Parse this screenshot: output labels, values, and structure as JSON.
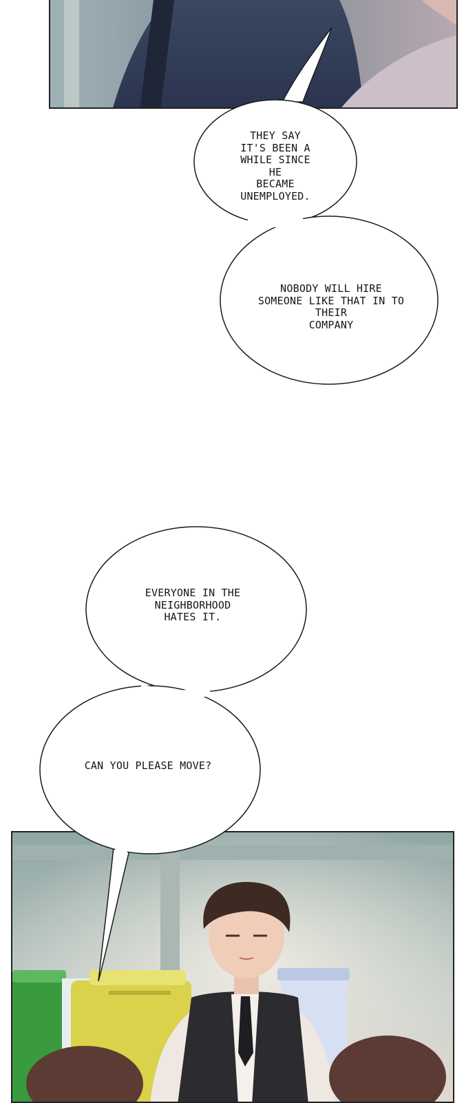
{
  "bubbles": [
    {
      "id": "bubble-1",
      "text": "THEY SAY\nIT'S BEEN A\nWHILE SINCE\nHE\nBECAME\nUNEMPLOYED."
    },
    {
      "id": "bubble-2",
      "text": "NOBODY WILL HIRE\nSOMEONE LIKE THAT IN TO\nTHEIR\nCOMPANY"
    },
    {
      "id": "bubble-3",
      "text": "EVERYONE IN THE\nNEIGHBORHOOD\nHATES IT."
    },
    {
      "id": "bubble-4",
      "text": "CAN YOU PLEASE MOVE?"
    }
  ],
  "colors": {
    "panel_border": "#222222",
    "bubble_fill": "#ffffff",
    "bubble_stroke": "#1a1a1a",
    "bin_green": "#3a9a3e",
    "bin_yellow": "#d9d24a",
    "bin_white": "#e8eef0",
    "vest": "#2b2b30",
    "hair": "#3d2a22"
  }
}
